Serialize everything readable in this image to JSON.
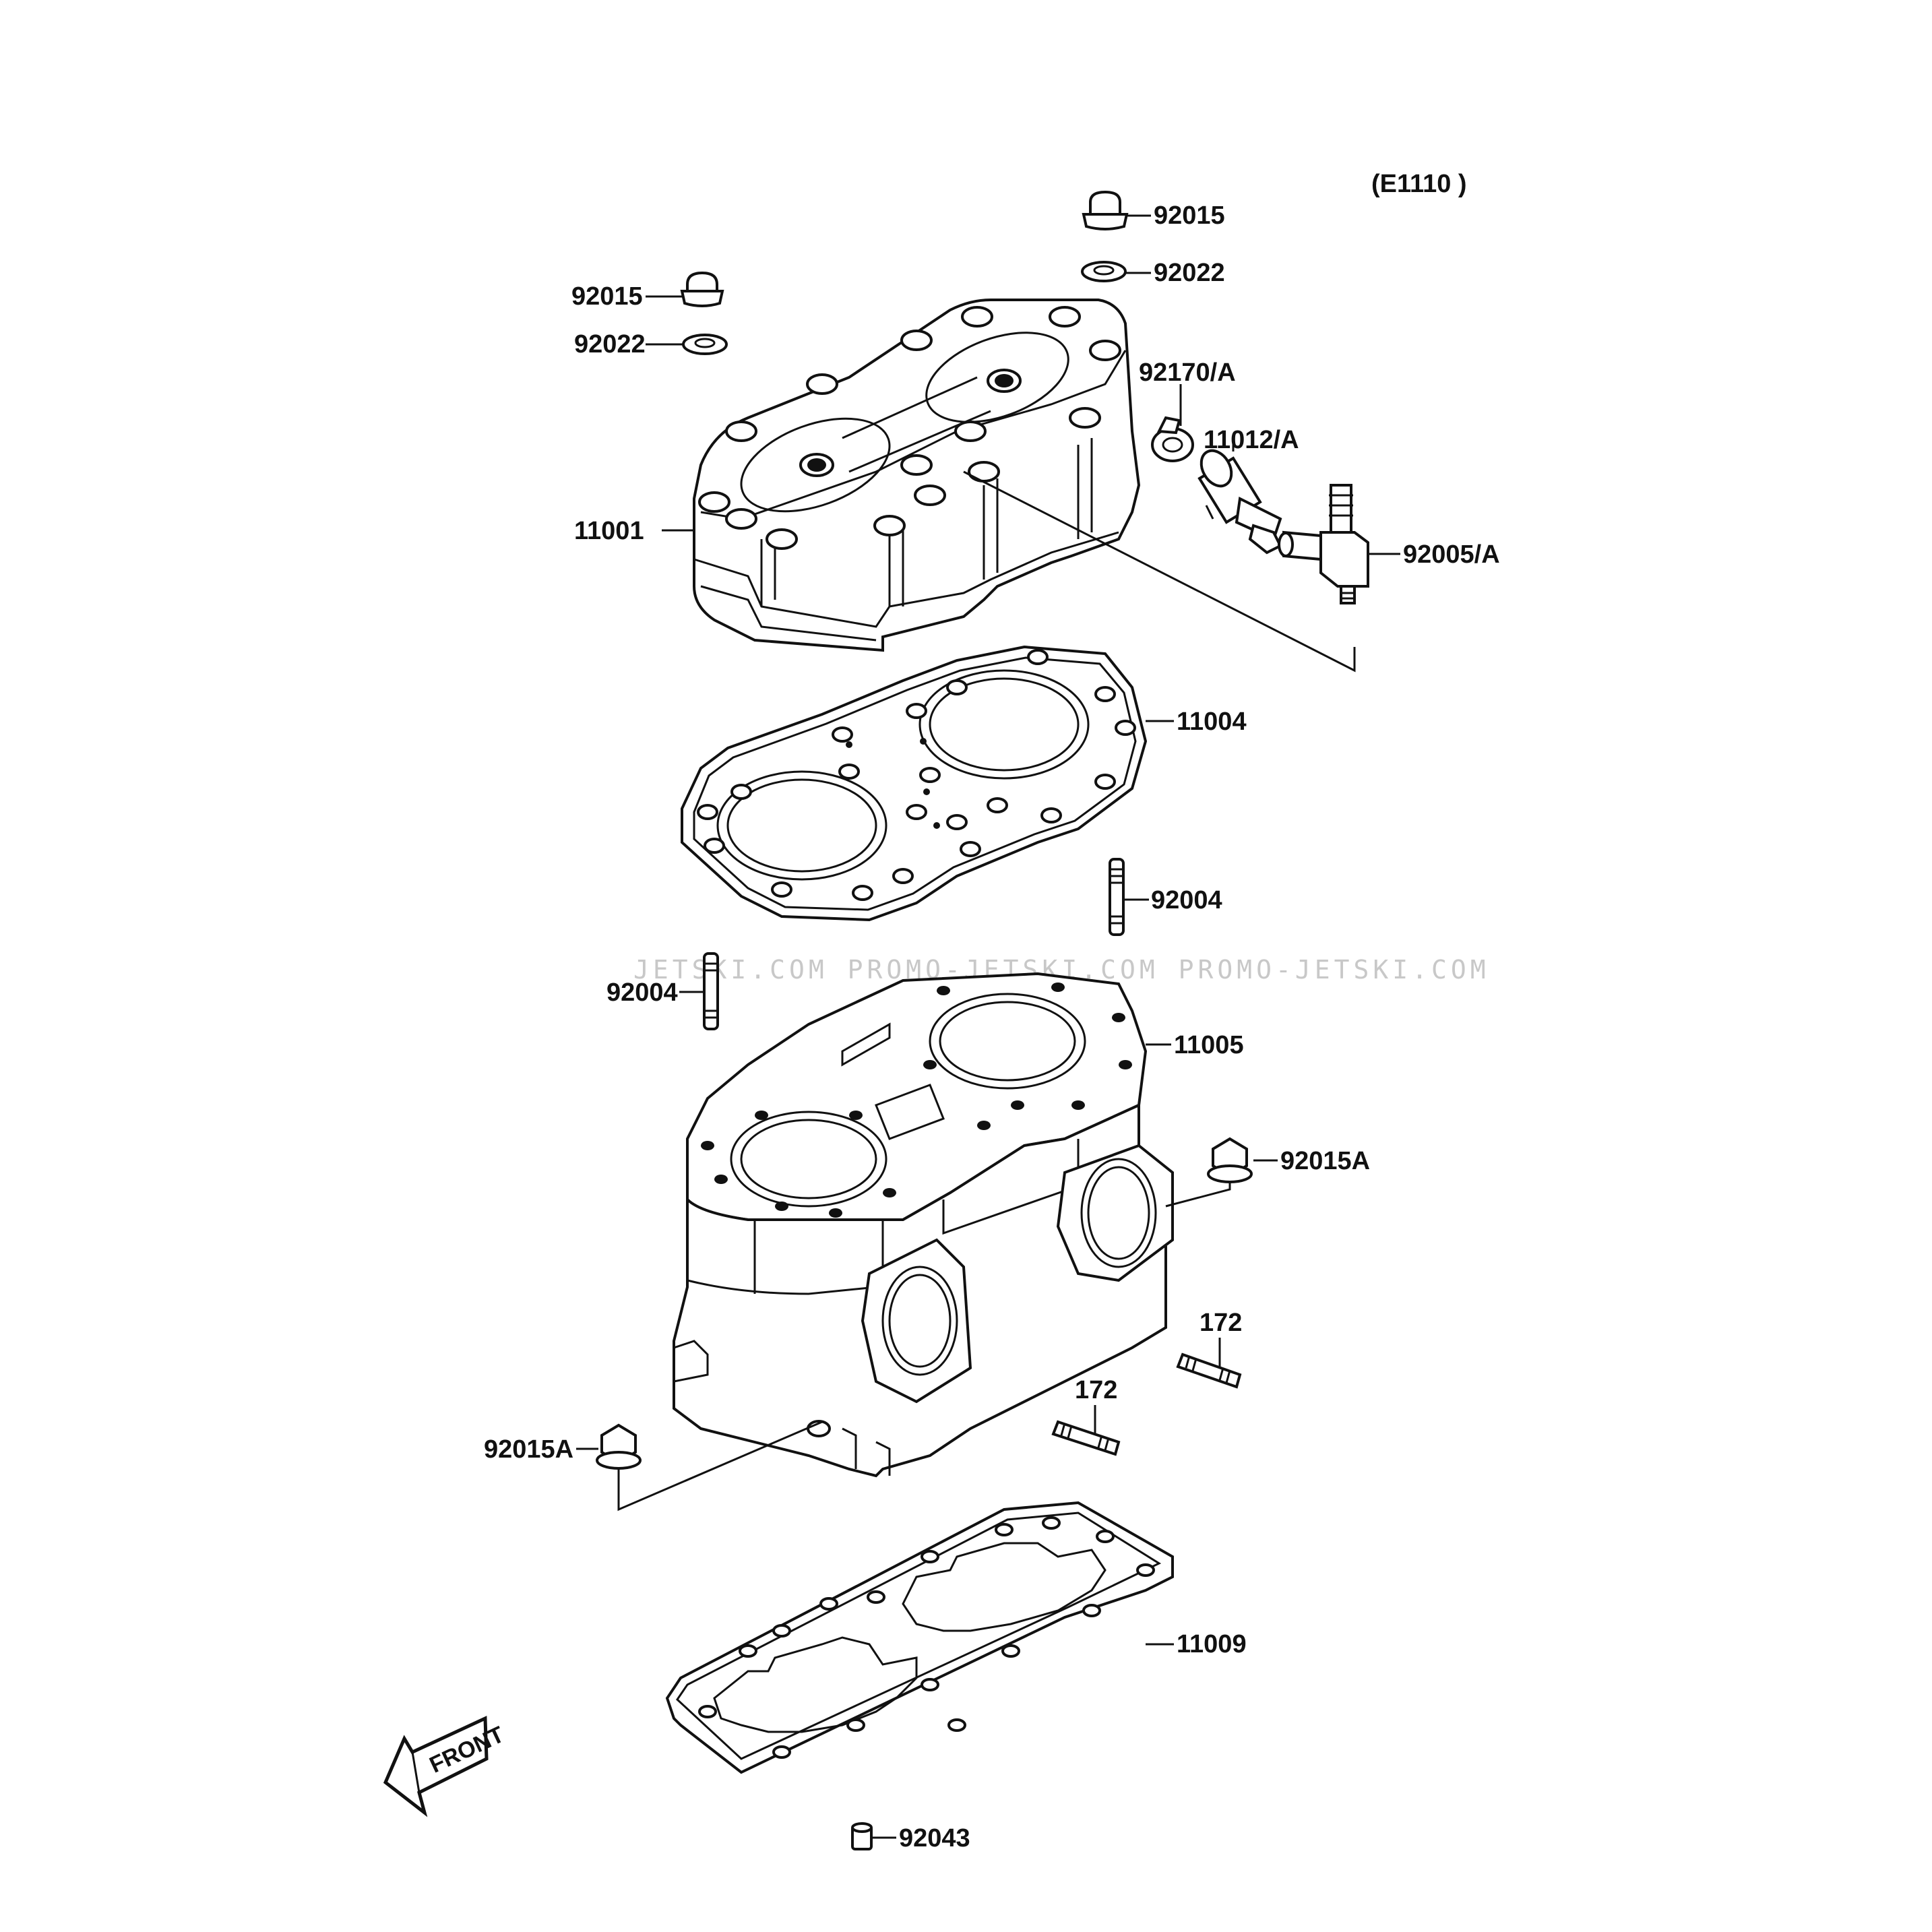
{
  "diagram_code": "(E1110 )",
  "watermark": "JETSKI.COM   PROMO-JETSKI.COM   PROMO-JETSKI.COM",
  "front_label": "FRONT",
  "parts": [
    {
      "id": "cap-nut-top-right",
      "number": "92015"
    },
    {
      "id": "washer-top-right",
      "number": "92022"
    },
    {
      "id": "cap-nut-top-left",
      "number": "92015"
    },
    {
      "id": "washer-top-left",
      "number": "92022"
    },
    {
      "id": "clamp",
      "number": "92170/A"
    },
    {
      "id": "hose-fitting",
      "number": "11012/A"
    },
    {
      "id": "cylinder-head",
      "number": "11001"
    },
    {
      "id": "nipple-fitting",
      "number": "92005/A"
    },
    {
      "id": "head-gasket",
      "number": "11004"
    },
    {
      "id": "stud-upper-right",
      "number": "92004"
    },
    {
      "id": "stud-left",
      "number": "92004"
    },
    {
      "id": "cylinder-block",
      "number": "11005"
    },
    {
      "id": "flange-nut-right",
      "number": "92015A"
    },
    {
      "id": "stud-172-right",
      "number": "172"
    },
    {
      "id": "stud-172-mid",
      "number": "172"
    },
    {
      "id": "flange-nut-left",
      "number": "92015A"
    },
    {
      "id": "base-gasket",
      "number": "11009"
    },
    {
      "id": "dowel-pin",
      "number": "92043"
    }
  ]
}
